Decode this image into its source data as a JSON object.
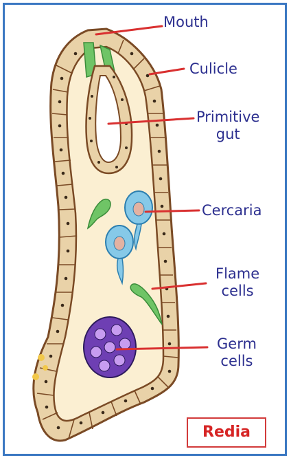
{
  "labels": {
    "mouth": "Mouth",
    "culicle": "Culicle",
    "primitive_gut": [
      "Primitive",
      "gut"
    ],
    "cercaria": "Cercaria",
    "flame_cells": [
      "Flame",
      "cells"
    ],
    "germ_cells": [
      "Germ",
      "cells"
    ]
  },
  "title": "Redia",
  "colors": {
    "label_text": "#2c2f8f",
    "pointer_line": "#d93030",
    "body_fill": "#fbefd2",
    "body_wall": "#e9d2a8",
    "wall_outline": "#7a4a25",
    "gut_fill": "#ffffff",
    "cercaria_fill": "#86c9e8",
    "flame_cell_fill": "#6fc466",
    "germ_ball_fill": "#6e3fb3",
    "frame_border": "#3b78c2",
    "title_color": "#d62424"
  }
}
